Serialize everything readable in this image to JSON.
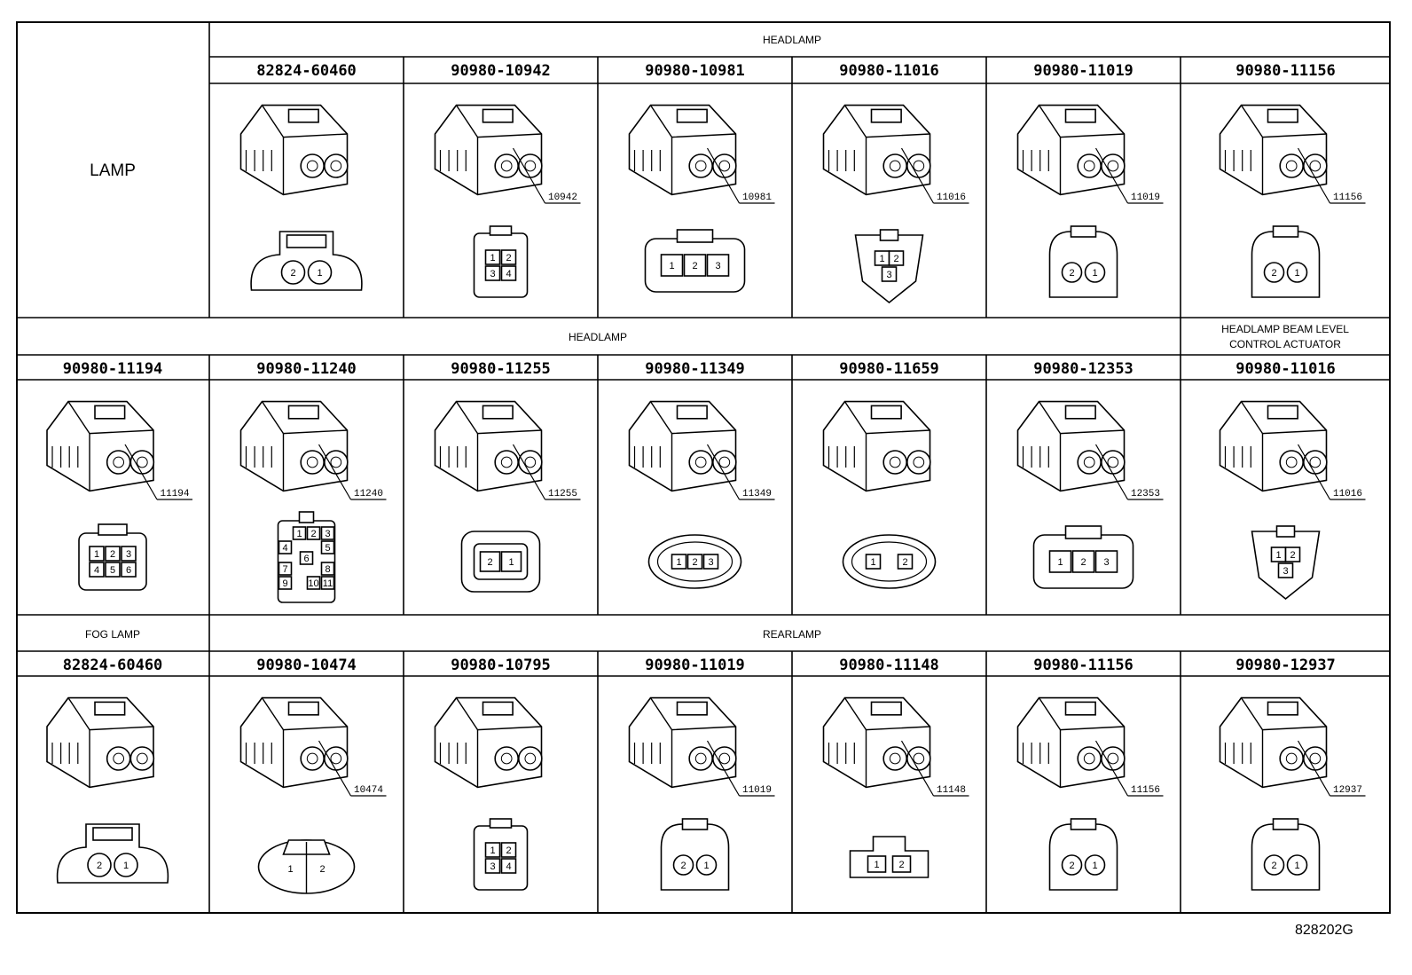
{
  "row_label": "LAMP",
  "sections": [
    {
      "row": 0,
      "title": "HEADLAMP"
    },
    {
      "row": 1,
      "title": "HEADLAMP"
    },
    {
      "row": 1,
      "title": "HEADLAMP BEAM LEVEL CONTROL ACTUATOR",
      "lines": [
        "HEADLAMP BEAM LEVEL",
        "CONTROL ACTUATOR"
      ]
    },
    {
      "row": 2,
      "title": "FOG LAMP"
    },
    {
      "row": 2,
      "title": "REARLAMP"
    }
  ],
  "connectors": [
    [
      {
        "part": "82824-60460",
        "tag": "",
        "pins": [
          "2",
          "1"
        ],
        "shape": "oval2"
      },
      {
        "part": "90980-10942",
        "tag": "10942",
        "pins": [
          "1",
          "2",
          "3",
          "4"
        ],
        "shape": "grid4"
      },
      {
        "part": "90980-10981",
        "tag": "10981",
        "pins": [
          "1",
          "2",
          "3"
        ],
        "shape": "row3"
      },
      {
        "part": "90980-11016",
        "tag": "11016",
        "pins": [
          "1",
          "2",
          "3"
        ],
        "shape": "tri3"
      },
      {
        "part": "90980-11019",
        "tag": "11019",
        "pins": [
          "2",
          "1"
        ],
        "shape": "round2"
      },
      {
        "part": "90980-11156",
        "tag": "11156",
        "pins": [
          "2",
          "1"
        ],
        "shape": "round2b"
      }
    ],
    [
      {
        "part": "90980-11194",
        "tag": "11194",
        "pins": [
          "1",
          "2",
          "3",
          "4",
          "5",
          "6"
        ],
        "shape": "grid6"
      },
      {
        "part": "90980-11240",
        "tag": "11240",
        "pins": [
          "1",
          "2",
          "3",
          "4",
          "5",
          "6",
          "7",
          "8",
          "9",
          "10",
          "11"
        ],
        "shape": "grid11"
      },
      {
        "part": "90980-11255",
        "tag": "11255",
        "pins": [
          "2",
          "1"
        ],
        "shape": "box2"
      },
      {
        "part": "90980-11349",
        "tag": "11349",
        "pins": [
          "1",
          "2",
          "3"
        ],
        "shape": "oval3"
      },
      {
        "part": "90980-11659",
        "tag": "",
        "pins": [
          "1",
          "2"
        ],
        "shape": "oval2b"
      },
      {
        "part": "90980-12353",
        "tag": "12353",
        "pins": [
          "1",
          "2",
          "3"
        ],
        "shape": "box3"
      },
      {
        "part": "90980-11016",
        "tag": "11016",
        "pins": [
          "1",
          "2",
          "3"
        ],
        "shape": "tri3"
      }
    ],
    [
      {
        "part": "82824-60460",
        "tag": "",
        "pins": [
          "2",
          "1"
        ],
        "shape": "oval2"
      },
      {
        "part": "90980-10474",
        "tag": "10474",
        "pins": [
          "1",
          "2"
        ],
        "shape": "ellipse2"
      },
      {
        "part": "90980-10795",
        "tag": "",
        "pins": [
          "1",
          "2",
          "3",
          "4"
        ],
        "shape": "grid4b"
      },
      {
        "part": "90980-11019",
        "tag": "11019",
        "pins": [
          "2",
          "1"
        ],
        "shape": "round2"
      },
      {
        "part": "90980-11148",
        "tag": "11148",
        "pins": [
          "1",
          "2"
        ],
        "shape": "flat2"
      },
      {
        "part": "90980-11156",
        "tag": "11156",
        "pins": [
          "2",
          "1"
        ],
        "shape": "round2b"
      },
      {
        "part": "90980-12937",
        "tag": "12937",
        "pins": [
          "2",
          "1"
        ],
        "shape": "small2"
      }
    ]
  ],
  "figure_code": "828202G"
}
